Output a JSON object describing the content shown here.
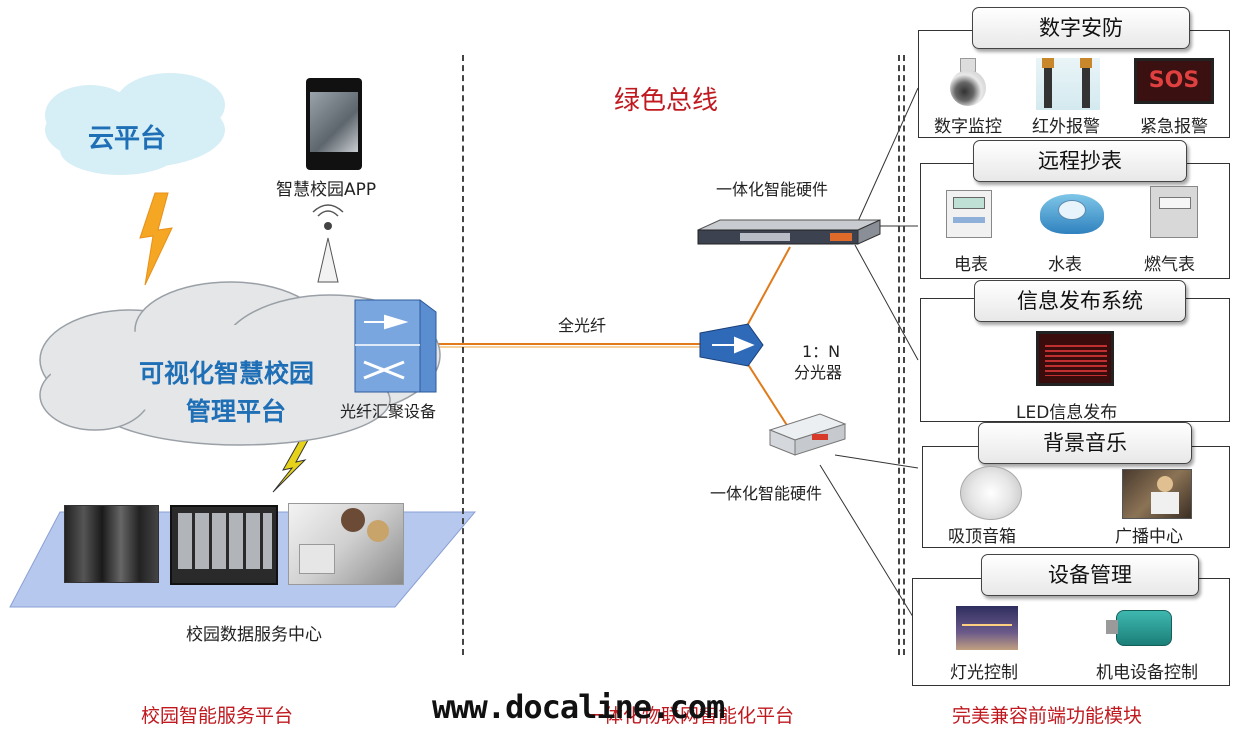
{
  "left": {
    "cloud_platform": "云平台",
    "main_platform_line1": "可视化智慧校园",
    "main_platform_line2": "管理平台",
    "app_label": "智慧校园APP",
    "aggregator_label": "光纤汇聚设备",
    "data_center_label": "校园数据服务中心",
    "footer": "校园智能服务平台"
  },
  "middle": {
    "green_bus": "绿色总线",
    "fiber_label": "全光纤",
    "splitter_ratio": "1：N",
    "splitter_label": "分光器",
    "hardware_top": "一体化智能硬件",
    "hardware_bottom": "一体化智能硬件",
    "watermark": "www.docaline.com",
    "footer": "一体化物联网智能化平台"
  },
  "right": {
    "footer": "完美兼容前端功能模块",
    "modules": [
      {
        "title": "数字安防",
        "items": [
          "数字监控",
          "红外报警",
          "紧急报警"
        ]
      },
      {
        "title": "远程抄表",
        "items": [
          "电表",
          "水表",
          "燃气表"
        ]
      },
      {
        "title": "信息发布系统",
        "items": [
          "LED信息发布"
        ]
      },
      {
        "title": "背景音乐",
        "items": [
          "吸顶音箱",
          "广播中心"
        ]
      },
      {
        "title": "设备管理",
        "items": [
          "灯光控制",
          "机电设备控制"
        ]
      }
    ],
    "sos_text": "SOS"
  },
  "colors": {
    "fiber": "#e07a1a",
    "cloud_text": "#1f6fb6",
    "red_text": "#c0191f",
    "bolt": "#f5a623"
  }
}
